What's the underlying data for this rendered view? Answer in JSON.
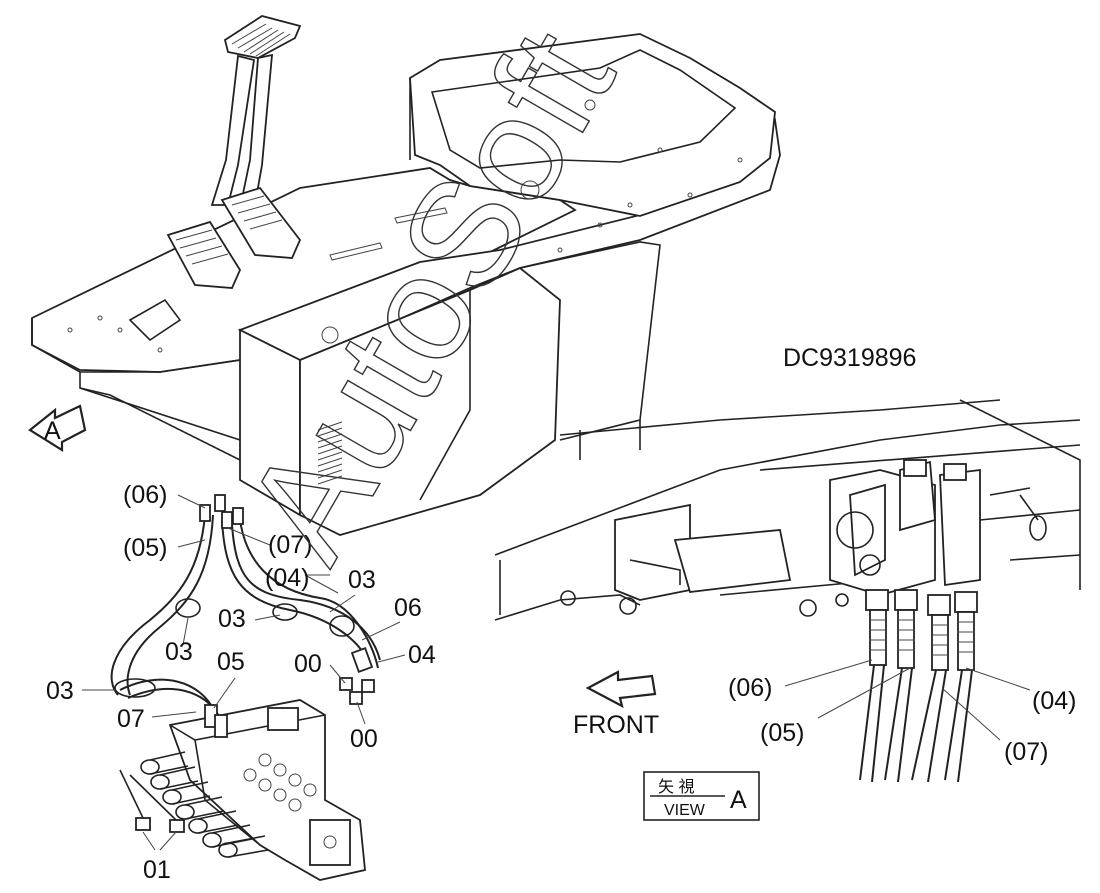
{
  "drawing_number": "DC9319896",
  "watermark": "AutoSoft",
  "view_marker": "A",
  "view_box": {
    "kanji": "矢 視",
    "text": "VIEW",
    "letter": "A"
  },
  "front_label": "FRONT",
  "main_callouts": {
    "c06_top": "(06)",
    "c05_left": "(05)",
    "c07_mid": "(07)",
    "c04_mid": "(04)",
    "c03_right": "03",
    "c06_right": "06",
    "c03_mid": "03",
    "c03_low": "03",
    "c04_right": "04",
    "c00_a": "00",
    "c00_b": "00",
    "c05_valve": "05",
    "c03_left": "03",
    "c07_left": "07",
    "c01": "01"
  },
  "detail_callouts": {
    "c06": "(06)",
    "c05": "(05)",
    "c04": "(04)",
    "c07": "(07)"
  }
}
